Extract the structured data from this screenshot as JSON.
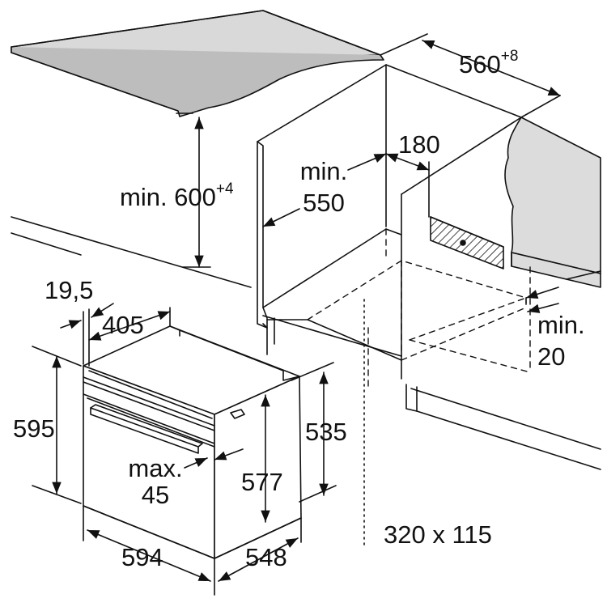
{
  "labels": {
    "niche_width": {
      "base": "560",
      "tol": "+8"
    },
    "niche_height": {
      "base": "min. 600",
      "tol": "+4"
    },
    "depth_min": {
      "line1": "min.",
      "line2": "550"
    },
    "vent_offset": "180",
    "floor_gap": {
      "line1": "min.",
      "line2": "20"
    },
    "vent_size": "320 x 115",
    "panel_thickness": "19,5",
    "door_offset": "405",
    "oven_height": "595",
    "front_reach": {
      "line1": "max.",
      "line2": "45"
    },
    "body_height": "577",
    "inner_height": "535",
    "oven_width": "594",
    "oven_depth": "548"
  },
  "colors": {
    "line": "#111111",
    "worktop_fill": "#d9d9d9",
    "wall_fill": "#dcdcdc",
    "oven_fill": "#ffffff"
  }
}
